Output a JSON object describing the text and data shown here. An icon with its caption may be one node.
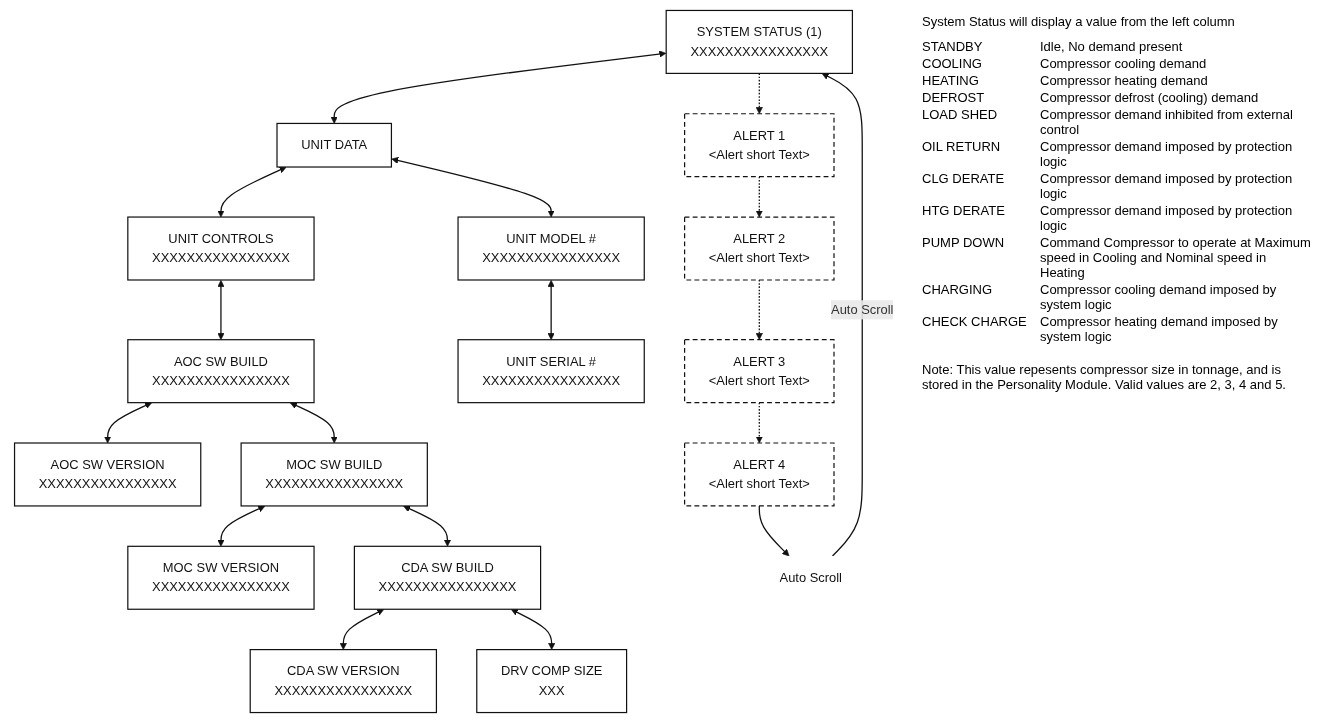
{
  "diagram": {
    "nodes": [
      {
        "text": [
          "SYSTEM STATUS (1)",
          "XXXXXXXXXXXXXXXX"
        ]
      },
      {
        "text": [
          "UNIT DATA"
        ]
      },
      {
        "text": [
          "UNIT CONTROLS",
          "XXXXXXXXXXXXXXXX"
        ]
      },
      {
        "text": [
          "ALERT 1",
          "<Alert short Text>"
        ]
      },
      {
        "text": [
          "UNIT MODEL #",
          "XXXXXXXXXXXXXXXX"
        ]
      },
      {
        "text": [
          "AOC SW BUILD",
          "XXXXXXXXXXXXXXXX"
        ]
      },
      {
        "text": [
          "AOC SW VERSION",
          "XXXXXXXXXXXXXXXX"
        ]
      },
      {
        "text": [
          "ALERT 2",
          "<Alert short Text>"
        ]
      },
      {
        "text": [
          "UNIT SERIAL #",
          "XXXXXXXXXXXXXXXX"
        ]
      },
      {
        "text": [
          "MOC SW BUILD",
          "XXXXXXXXXXXXXXXX"
        ]
      },
      {
        "text": [
          "MOC SW VERSION",
          "XXXXXXXXXXXXXXXX"
        ]
      },
      {
        "text": [
          "ALERT 3",
          "<Alert short Text>"
        ]
      },
      {
        "text": [
          "CDA SW BUILD",
          "XXXXXXXXXXXXXXXX"
        ]
      },
      {
        "text": [
          "CDA SW VERSION",
          "XXXXXXXXXXXXXXXX"
        ]
      },
      {
        "text": [
          "ALERT 4",
          "<Alert short Text>"
        ]
      },
      {
        "text": [
          "DRV COMP SIZE",
          "XXX"
        ]
      },
      {
        "text": [
          "Auto Scroll"
        ]
      }
    ],
    "edges": [
      {
        "from": 0,
        "to": 1,
        "arrow": "both"
      },
      {
        "from": 1,
        "to": 2,
        "arrow": "both"
      },
      {
        "from": 0,
        "to": 3,
        "arrow": "to",
        "style": "dashed"
      },
      {
        "from": 1,
        "to": 4,
        "arrow": "both"
      },
      {
        "from": 2,
        "to": 5,
        "arrow": "both"
      },
      {
        "from": 5,
        "to": 6,
        "arrow": "both"
      },
      {
        "from": 3,
        "to": 7,
        "arrow": "to",
        "style": "dashed"
      },
      {
        "from": 4,
        "to": 8,
        "arrow": "both"
      },
      {
        "from": 5,
        "to": 9,
        "arrow": "both"
      },
      {
        "from": 9,
        "to": 10,
        "arrow": "both"
      },
      {
        "from": 7,
        "to": 11,
        "arrow": "to",
        "style": "dashed"
      },
      {
        "from": 9,
        "to": 12,
        "arrow": "both"
      },
      {
        "from": 12,
        "to": 13,
        "arrow": "both"
      },
      {
        "from": 11,
        "to": 14,
        "arrow": "to",
        "style": "dashed"
      },
      {
        "from": 12,
        "to": 15,
        "arrow": "both"
      },
      {
        "from": 14,
        "to": 16,
        "arrow": "to"
      },
      {
        "from": 16,
        "to": 0,
        "arrow": "to",
        "label": "Auto Scroll"
      }
    ],
    "labels": [
      "System Status will display a value from the left column",
      "STANDBY",
      "Idle, No demand present",
      "COOLING",
      "Compressor cooling demand",
      "HEATING",
      "Compressor heating demand",
      "DEFROST",
      "Compressor defrost (cooling) demand",
      "LOAD SHED",
      "Compressor demand inhibited from external control",
      "OIL RETURN",
      "Compressor demand imposed by protection logic",
      "CLG DERATE",
      "Compressor demand imposed by protection logic",
      "HTG DERATE",
      "Compressor demand imposed by protection logic",
      "PUMP DOWN",
      "Command Compressor to operate at Maximum speed in Cooling and Nominal speed in Heating",
      "CHARGING",
      "Compressor cooling demand imposed by system logic",
      "CHECK CHARGE",
      "Compressor heating demand imposed by system logic",
      "Note: This value repesents compressor size in tonnage, and is stored in the Personality Module. Valid values are 2, 3, 4 and 5."
    ]
  }
}
